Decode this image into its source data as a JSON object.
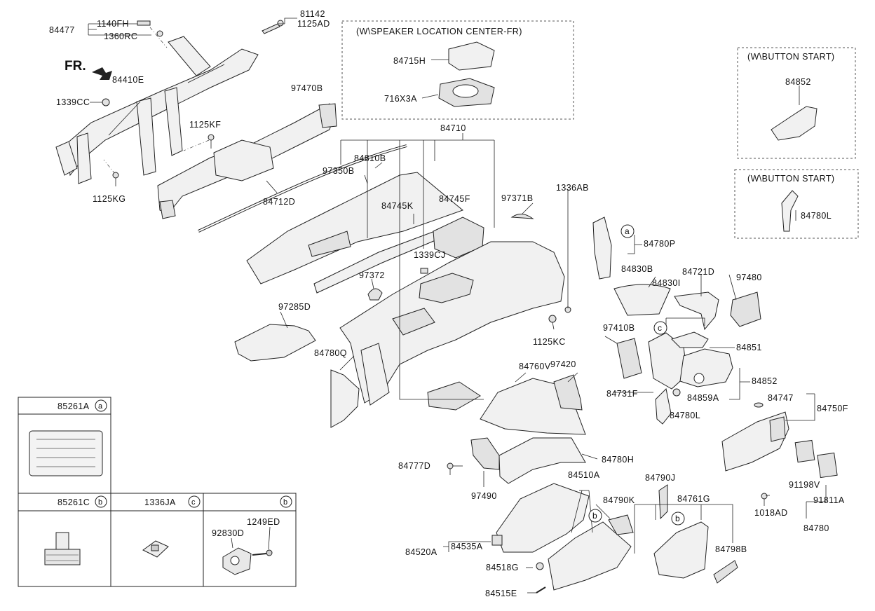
{
  "front_indicator": "FR.",
  "inset_boxes": {
    "speaker": {
      "title": "(W\\SPEAKER LOCATION CENTER-FR)",
      "parts": [
        "84715H",
        "716X3A"
      ]
    },
    "button_start_1": {
      "title": "(W\\BUTTON START)",
      "parts": [
        "84852"
      ]
    },
    "button_start_2": {
      "title": "(W\\BUTTON START)",
      "parts": [
        "84780L"
      ]
    }
  },
  "part_labels": [
    "84477",
    "1140FH",
    "1360RC",
    "81142",
    "1125AD",
    "84410E",
    "1339CC",
    "97470B",
    "1125KF",
    "1125KG",
    "84712D",
    "84710",
    "84810B",
    "97350B",
    "84745K",
    "84745F",
    "97371B",
    "1336AB",
    "1339CJ",
    "97372",
    "97285D",
    "84780Q",
    "1125KC",
    "84780P",
    "84830B",
    "84830I",
    "84721D",
    "97480",
    "97410B",
    "84851",
    "84852",
    "84859A",
    "84731F",
    "84780L",
    "84760V",
    "97420",
    "84747",
    "84750F",
    "84777D",
    "84780H",
    "97490",
    "84510A",
    "84790K",
    "84790J",
    "84761G",
    "91198V",
    "91811A",
    "1018AD",
    "84780",
    "84535A",
    "84520A",
    "84518G",
    "84798B",
    "84515E"
  ],
  "callout_letters": [
    "a",
    "b",
    "c",
    "b"
  ],
  "legend_table": {
    "cells": [
      {
        "letter": "a",
        "code": "85261A"
      },
      {
        "letter": "b",
        "code": "85261C"
      },
      {
        "letter": "c",
        "code": "1336JA"
      },
      {
        "letter": "b",
        "code": "",
        "sub_parts": [
          "1249ED",
          "92830D"
        ]
      }
    ]
  }
}
